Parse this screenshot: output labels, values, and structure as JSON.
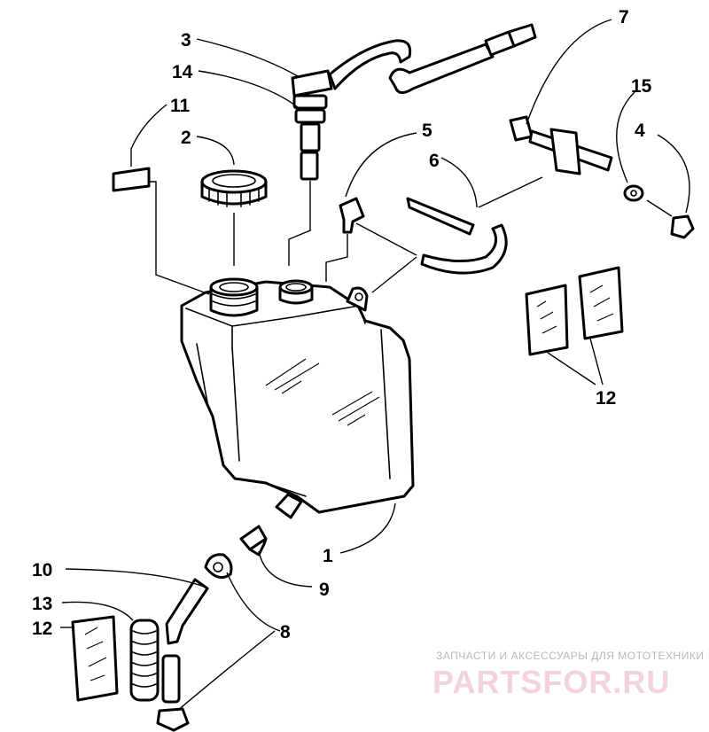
{
  "labels": {
    "p1": "1",
    "p2": "2",
    "p3": "3",
    "p4": "4",
    "p5": "5",
    "p6": "6",
    "p7": "7",
    "p8": "8",
    "p9": "9",
    "p10": "10",
    "p11": "11",
    "p12a": "12",
    "p12b": "12",
    "p13": "13",
    "p14": "14",
    "p15": "15"
  },
  "watermark": {
    "tagline": "ЗАПЧАСТИ И АКСЕССУАРЫ ДЛЯ МОТОТЕХНИКИ",
    "brand": "PARTSFOR.RU"
  }
}
